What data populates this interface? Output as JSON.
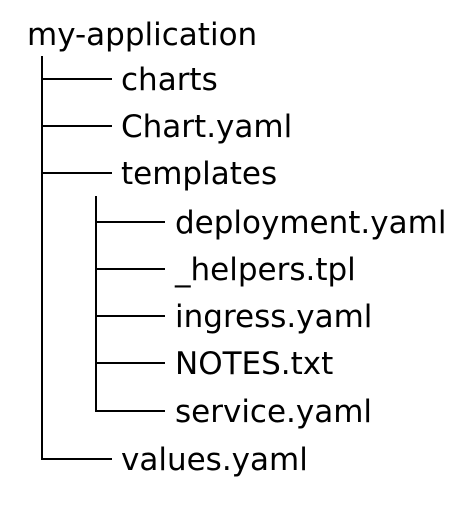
{
  "tree": {
    "root": "my-application",
    "children": [
      {
        "name": "charts"
      },
      {
        "name": "Chart.yaml"
      },
      {
        "name": "templates",
        "children": [
          {
            "name": "deployment.yaml"
          },
          {
            "name": "_helpers.tpl"
          },
          {
            "name": "ingress.yaml"
          },
          {
            "name": "NOTES.txt"
          },
          {
            "name": "service.yaml"
          }
        ]
      },
      {
        "name": "values.yaml"
      }
    ]
  }
}
